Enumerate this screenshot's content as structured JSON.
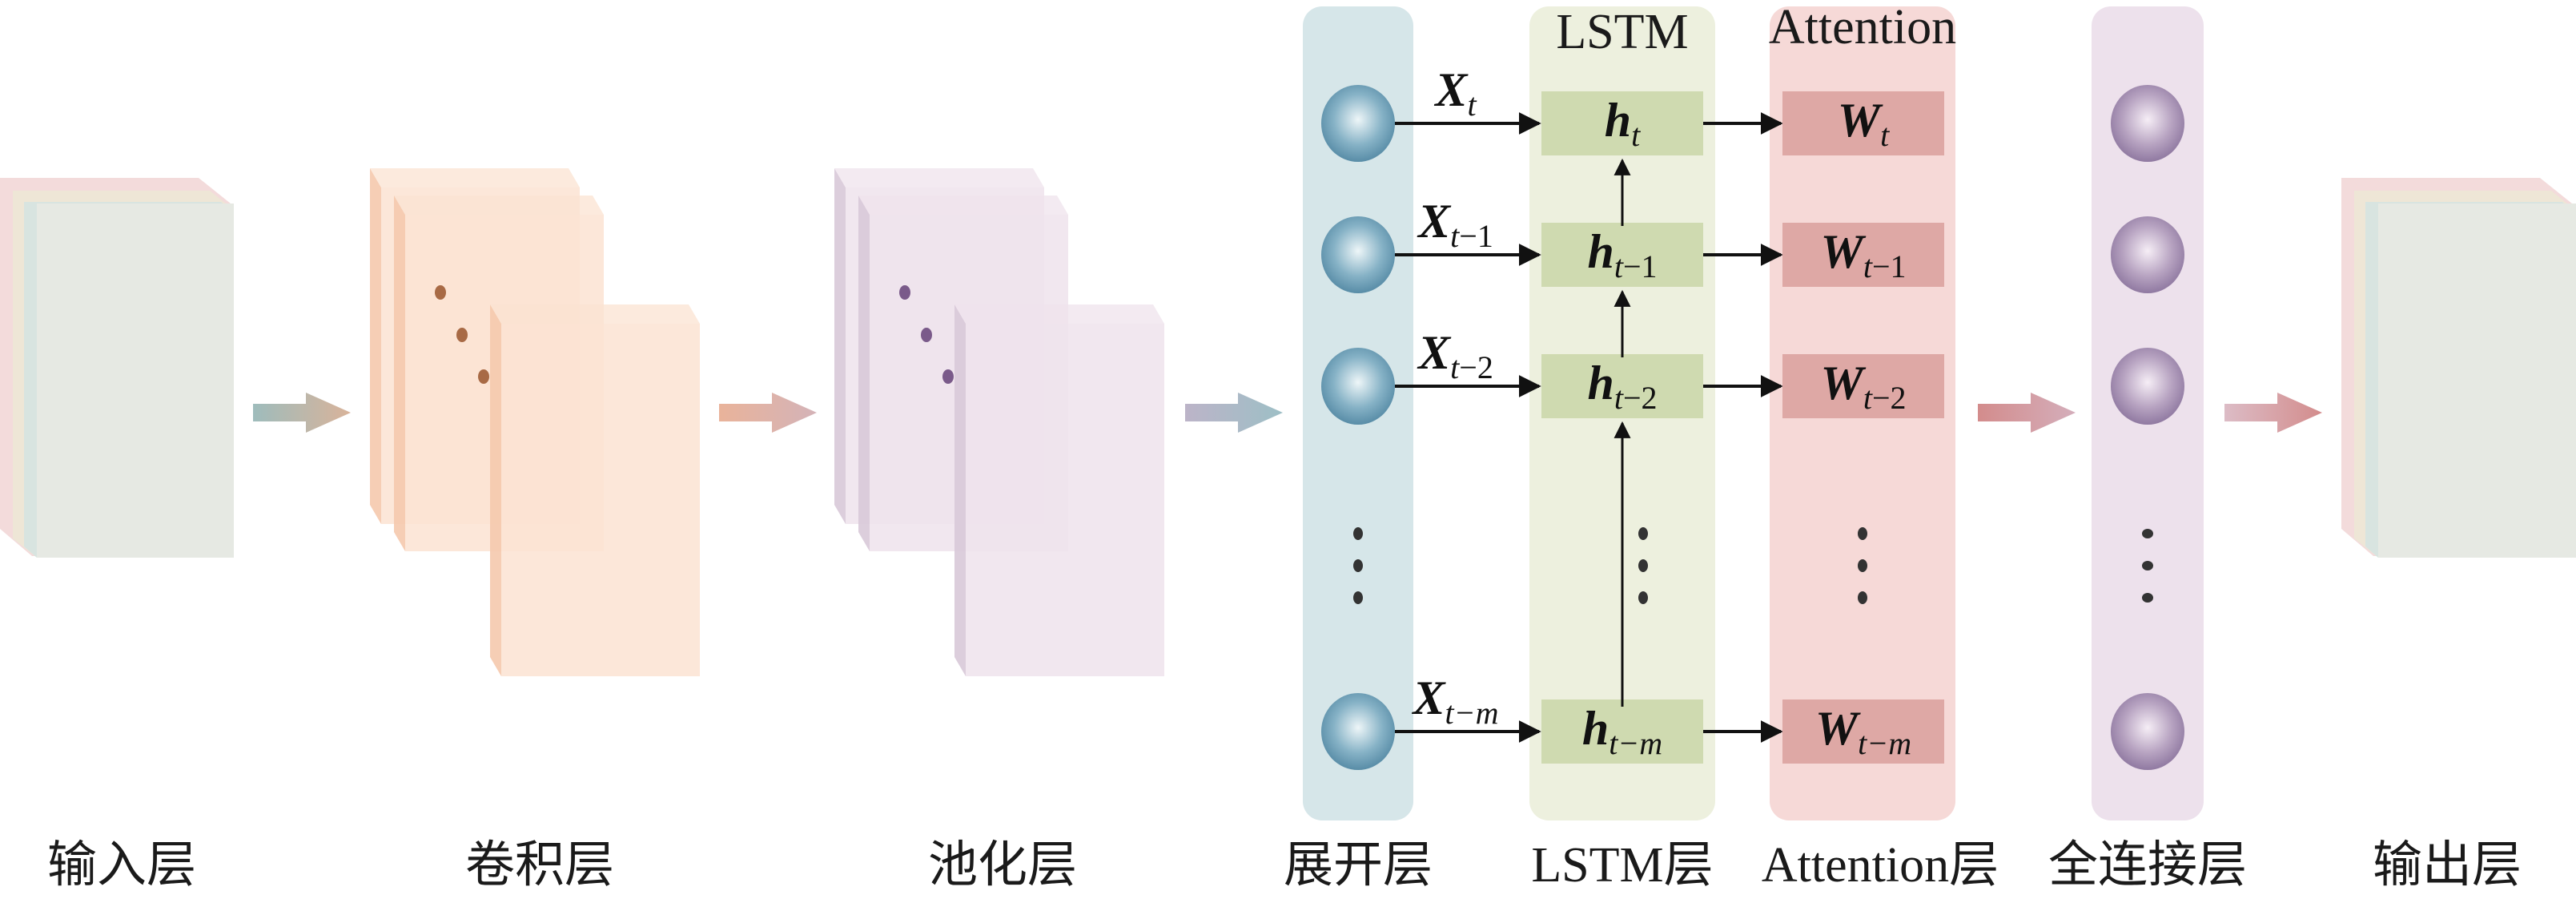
{
  "diagram": {
    "title": "CNN-LSTM-Attention network architecture",
    "layers": [
      {
        "id": "input",
        "label": "输入层"
      },
      {
        "id": "conv",
        "label": "卷积层"
      },
      {
        "id": "pool",
        "label": "池化层"
      },
      {
        "id": "unfold",
        "label": "展开层"
      },
      {
        "id": "lstm",
        "label": "LSTM层",
        "header": "LSTM"
      },
      {
        "id": "attention",
        "label": "Attention层",
        "header": "Attention"
      },
      {
        "id": "fc",
        "label": "全连接层"
      },
      {
        "id": "output",
        "label": "输出层"
      }
    ],
    "inputs": [
      {
        "base": "X",
        "sub_italic": "t",
        "sub_rest": ""
      },
      {
        "base": "X",
        "sub_italic": "t",
        "sub_rest": "−1"
      },
      {
        "base": "X",
        "sub_italic": "t",
        "sub_rest": "−2"
      },
      {
        "base": "X",
        "sub_italic": "t−m",
        "sub_rest": ""
      }
    ],
    "hidden": [
      {
        "base": "h",
        "sub_italic": "t",
        "sub_rest": ""
      },
      {
        "base": "h",
        "sub_italic": "t",
        "sub_rest": "−1"
      },
      {
        "base": "h",
        "sub_italic": "t",
        "sub_rest": "−2"
      },
      {
        "base": "h",
        "sub_italic": "t−m",
        "sub_rest": ""
      }
    ],
    "weights": [
      {
        "base": "W",
        "sub_italic": "t",
        "sub_rest": ""
      },
      {
        "base": "W",
        "sub_italic": "t",
        "sub_rest": "−1"
      },
      {
        "base": "W",
        "sub_italic": "t",
        "sub_rest": "−2"
      },
      {
        "base": "W",
        "sub_italic": "t−m",
        "sub_rest": ""
      }
    ],
    "ellipsis": "⋮",
    "colors": {
      "unfold_panel": "#d6e6e9",
      "lstm_panel": "#edf0de",
      "lstm_box": "#cfdab0",
      "attention_panel": "#f6d9d7",
      "attention_box": "#dea8a5",
      "fc_panel": "#ede1ec",
      "unfold_node": "#5e93ad",
      "fc_node": "#9a84a8",
      "conv_fill": "#fbe3d2",
      "conv_edge": "#f5c9ad",
      "pool_fill": "#efe3ec",
      "pool_edge": "#d8c9d8",
      "conv_dot": "#a86a45",
      "pool_dot": "#7a5a8a"
    }
  }
}
